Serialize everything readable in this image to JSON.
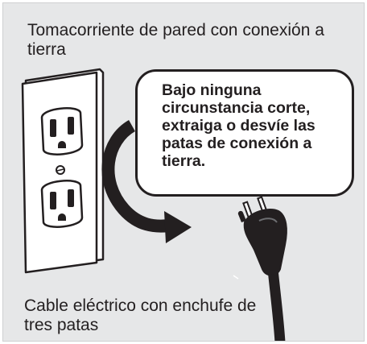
{
  "labels": {
    "outlet": "Tomacorriente de pared con conexión a tierra",
    "warning": "Bajo ninguna circunstancia corte, extraiga o desvíe las patas de conexión a tierra.",
    "cord": "Cable eléctrico con enchufe de tres patas"
  },
  "icons": [
    "wall-outlet-icon",
    "curved-arrow-icon",
    "three-prong-plug-icon"
  ],
  "colors": {
    "panel_background": "#e6e7e8",
    "ink": "#231f20",
    "plate": "#ffffff"
  }
}
